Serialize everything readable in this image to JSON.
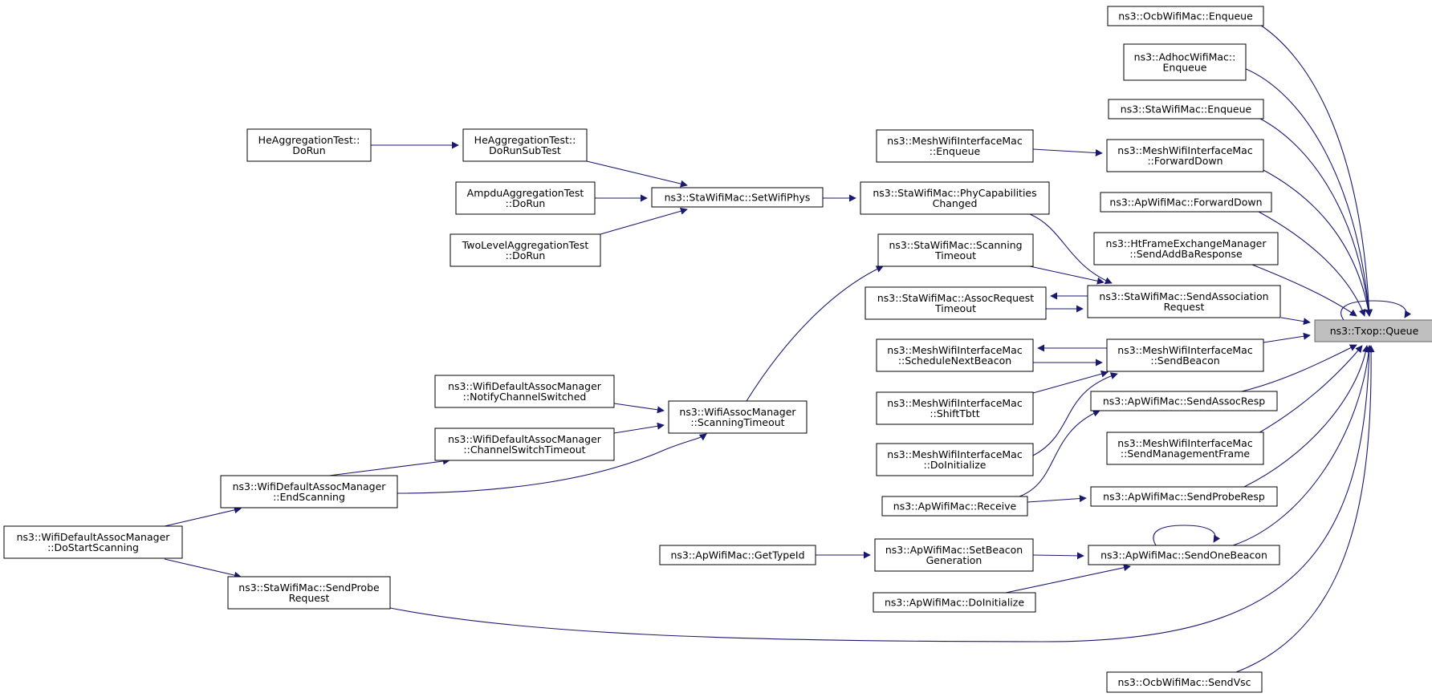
{
  "graph": {
    "title": "",
    "edge_color": "#191970",
    "focus_fill": "#bfbfbf",
    "nodes": [
      {
        "id": "txop_queue",
        "lines": [
          "ns3::Txop::Queue"
        ],
        "focus": true
      },
      {
        "id": "ocb_enqueue",
        "lines": [
          "ns3::OcbWifiMac::Enqueue"
        ]
      },
      {
        "id": "adhoc_enqueue",
        "lines": [
          "ns3::AdhocWifiMac::",
          "Enqueue"
        ]
      },
      {
        "id": "sta_enqueue",
        "lines": [
          "ns3::StaWifiMac::Enqueue"
        ]
      },
      {
        "id": "mesh_forwarddown",
        "lines": [
          "ns3::MeshWifiInterfaceMac",
          "::ForwardDown"
        ]
      },
      {
        "id": "mesh_enqueue",
        "lines": [
          "ns3::MeshWifiInterfaceMac",
          "::Enqueue"
        ]
      },
      {
        "id": "ap_forwarddown",
        "lines": [
          "ns3::ApWifiMac::ForwardDown"
        ]
      },
      {
        "id": "ht_sendaddba",
        "lines": [
          "ns3::HtFrameExchangeManager",
          "::SendAddBaResponse"
        ]
      },
      {
        "id": "sta_sendassoc",
        "lines": [
          "ns3::StaWifiMac::SendAssociation",
          "Request"
        ]
      },
      {
        "id": "sta_phycap",
        "lines": [
          "ns3::StaWifiMac::PhyCapabilities",
          "Changed"
        ]
      },
      {
        "id": "sta_scantimeout",
        "lines": [
          "ns3::StaWifiMac::Scanning",
          "Timeout"
        ]
      },
      {
        "id": "sta_assoctimeout",
        "lines": [
          "ns3::StaWifiMac::AssocRequest",
          "Timeout"
        ]
      },
      {
        "id": "sta_setwifiphys",
        "lines": [
          "ns3::StaWifiMac::SetWifiPhys"
        ]
      },
      {
        "id": "he_dorunsubtest",
        "lines": [
          "HeAggregationTest::",
          "DoRunSubTest"
        ]
      },
      {
        "id": "he_dorun",
        "lines": [
          "HeAggregationTest::",
          "DoRun"
        ]
      },
      {
        "id": "ampdu_dorun",
        "lines": [
          "AmpduAggregationTest",
          "::DoRun"
        ]
      },
      {
        "id": "twolevel_dorun",
        "lines": [
          "TwoLevelAggregationTest",
          "::DoRun"
        ]
      },
      {
        "id": "mesh_sendbeacon",
        "lines": [
          "ns3::MeshWifiInterfaceMac",
          "::SendBeacon"
        ]
      },
      {
        "id": "mesh_schedulenext",
        "lines": [
          "ns3::MeshWifiInterfaceMac",
          "::ScheduleNextBeacon"
        ]
      },
      {
        "id": "mesh_shifttbtt",
        "lines": [
          "ns3::MeshWifiInterfaceMac",
          "::ShiftTbtt"
        ]
      },
      {
        "id": "mesh_doinit",
        "lines": [
          "ns3::MeshWifiInterfaceMac",
          "::DoInitialize"
        ]
      },
      {
        "id": "ap_sendassocresp",
        "lines": [
          "ns3::ApWifiMac::SendAssocResp"
        ]
      },
      {
        "id": "mesh_sendmgmt",
        "lines": [
          "ns3::MeshWifiInterfaceMac",
          "::SendManagementFrame"
        ]
      },
      {
        "id": "ap_receive",
        "lines": [
          "ns3::ApWifiMac::Receive"
        ]
      },
      {
        "id": "ap_sendproberesp",
        "lines": [
          "ns3::ApWifiMac::SendProbeResp"
        ]
      },
      {
        "id": "ap_sendonebeacon",
        "lines": [
          "ns3::ApWifiMac::SendOneBeacon"
        ]
      },
      {
        "id": "ap_setbeacongen",
        "lines": [
          "ns3::ApWifiMac::SetBeacon",
          "Generation"
        ]
      },
      {
        "id": "ap_gettypeid",
        "lines": [
          "ns3::ApWifiMac::GetTypeId"
        ]
      },
      {
        "id": "ap_doinit",
        "lines": [
          "ns3::ApWifiMac::DoInitialize"
        ]
      },
      {
        "id": "assocmgr_scantimeout",
        "lines": [
          "ns3::WifiAssocManager",
          "::ScanningTimeout"
        ]
      },
      {
        "id": "def_notifychannel",
        "lines": [
          "ns3::WifiDefaultAssocManager",
          "::NotifyChannelSwitched"
        ]
      },
      {
        "id": "def_channeltimeout",
        "lines": [
          "ns3::WifiDefaultAssocManager",
          "::ChannelSwitchTimeout"
        ]
      },
      {
        "id": "def_endscanning",
        "lines": [
          "ns3::WifiDefaultAssocManager",
          "::EndScanning"
        ]
      },
      {
        "id": "def_dostartscanning",
        "lines": [
          "ns3::WifiDefaultAssocManager",
          "::DoStartScanning"
        ]
      },
      {
        "id": "sta_sendprobe",
        "lines": [
          "ns3::StaWifiMac::SendProbe",
          "Request"
        ]
      },
      {
        "id": "ocb_sendvsc",
        "lines": [
          "ns3::OcbWifiMac::SendVsc"
        ]
      }
    ],
    "edges": [
      {
        "from": "ocb_enqueue",
        "to": "txop_queue"
      },
      {
        "from": "adhoc_enqueue",
        "to": "txop_queue"
      },
      {
        "from": "sta_enqueue",
        "to": "txop_queue"
      },
      {
        "from": "mesh_forwarddown",
        "to": "txop_queue"
      },
      {
        "from": "ap_forwarddown",
        "to": "txop_queue"
      },
      {
        "from": "ht_sendaddba",
        "to": "txop_queue"
      },
      {
        "from": "txop_queue",
        "to": "txop_queue"
      },
      {
        "from": "sta_sendassoc",
        "to": "txop_queue"
      },
      {
        "from": "mesh_sendbeacon",
        "to": "txop_queue"
      },
      {
        "from": "ap_sendassocresp",
        "to": "txop_queue"
      },
      {
        "from": "mesh_sendmgmt",
        "to": "txop_queue"
      },
      {
        "from": "ap_sendproberesp",
        "to": "txop_queue"
      },
      {
        "from": "ap_sendonebeacon",
        "to": "txop_queue"
      },
      {
        "from": "sta_sendprobe",
        "to": "txop_queue"
      },
      {
        "from": "ocb_sendvsc",
        "to": "txop_queue"
      },
      {
        "from": "mesh_enqueue",
        "to": "mesh_forwarddown"
      },
      {
        "from": "he_dorun",
        "to": "he_dorunsubtest"
      },
      {
        "from": "he_dorunsubtest",
        "to": "sta_setwifiphys"
      },
      {
        "from": "ampdu_dorun",
        "to": "sta_setwifiphys"
      },
      {
        "from": "twolevel_dorun",
        "to": "sta_setwifiphys"
      },
      {
        "from": "sta_setwifiphys",
        "to": "sta_phycap"
      },
      {
        "from": "sta_phycap",
        "to": "sta_sendassoc"
      },
      {
        "from": "sta_scantimeout",
        "to": "sta_sendassoc"
      },
      {
        "from": "sta_assoctimeout",
        "to": "sta_sendassoc"
      },
      {
        "from": "sta_sendassoc",
        "to": "sta_assoctimeout"
      },
      {
        "from": "assocmgr_scantimeout",
        "to": "sta_scantimeout"
      },
      {
        "from": "mesh_schedulenext",
        "to": "mesh_sendbeacon"
      },
      {
        "from": "mesh_sendbeacon",
        "to": "mesh_schedulenext"
      },
      {
        "from": "mesh_shifttbtt",
        "to": "mesh_sendbeacon"
      },
      {
        "from": "mesh_doinit",
        "to": "mesh_sendbeacon"
      },
      {
        "from": "ap_receive",
        "to": "ap_sendassocresp"
      },
      {
        "from": "ap_receive",
        "to": "ap_sendproberesp"
      },
      {
        "from": "ap_sendonebeacon",
        "to": "ap_sendonebeacon"
      },
      {
        "from": "ap_setbeacongen",
        "to": "ap_sendonebeacon"
      },
      {
        "from": "ap_doinit",
        "to": "ap_sendonebeacon"
      },
      {
        "from": "ap_gettypeid",
        "to": "ap_setbeacongen"
      },
      {
        "from": "def_notifychannel",
        "to": "assocmgr_scantimeout"
      },
      {
        "from": "def_channeltimeout",
        "to": "assocmgr_scantimeout"
      },
      {
        "from": "def_endscanning",
        "to": "assocmgr_scantimeout"
      },
      {
        "from": "def_endscanning",
        "to": "def_channeltimeout"
      },
      {
        "from": "def_dostartscanning",
        "to": "def_endscanning"
      },
      {
        "from": "def_dostartscanning",
        "to": "sta_sendprobe"
      }
    ]
  }
}
